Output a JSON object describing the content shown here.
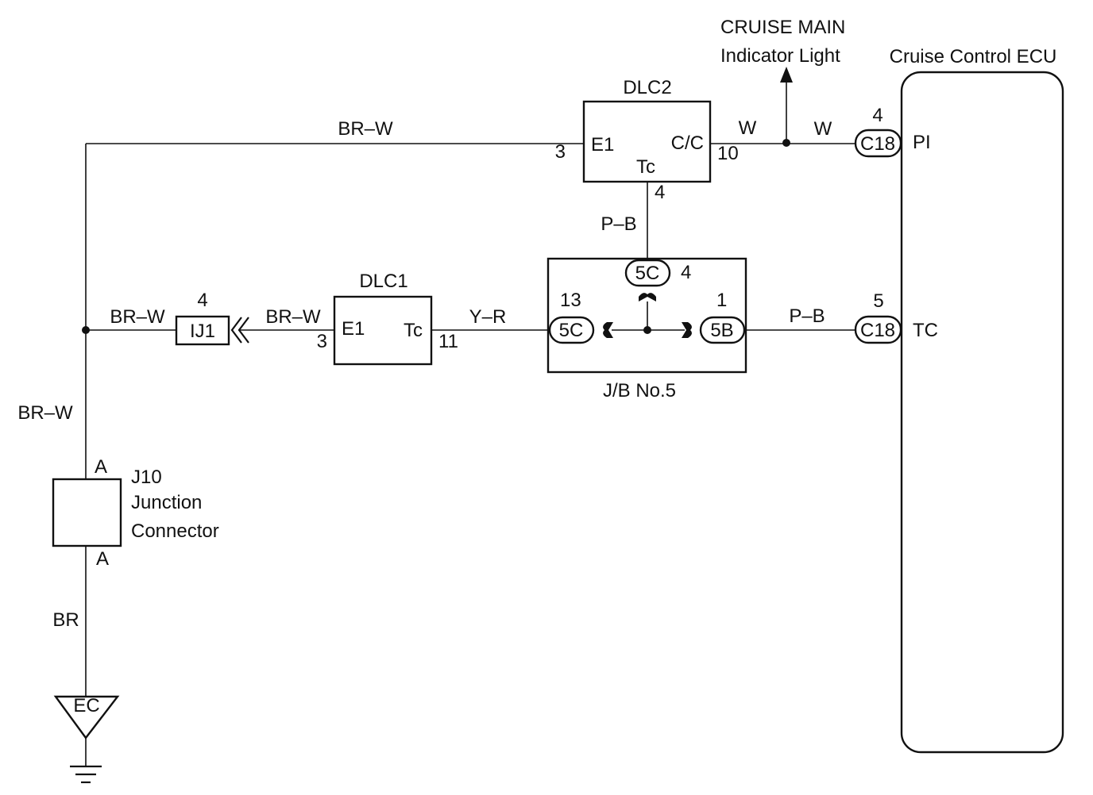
{
  "components": {
    "dlc2": {
      "title": "DLC2",
      "e1": "E1",
      "cc": "C/C",
      "tc": "Tc",
      "pin_e1": "3",
      "pin_cc": "10",
      "pin_tc": "4"
    },
    "dlc1": {
      "title": "DLC1",
      "e1": "E1",
      "tc": "Tc",
      "pin_e1": "3",
      "pin_tc": "11"
    },
    "jb5": {
      "title": "J/B No.5",
      "conn_top": "5C",
      "pin_top": "4",
      "conn_left": "5C",
      "pin_left": "13",
      "conn_right": "5B",
      "pin_right": "1"
    },
    "ij1": {
      "label": "IJ1",
      "pin": "4"
    },
    "j10": {
      "name": "J10",
      "line1": "Junction",
      "line2": "Connector",
      "pin_top": "A",
      "pin_bottom": "A"
    },
    "ground": {
      "label": "EC"
    },
    "ecu": {
      "title": "Cruise Control ECU",
      "c18_top": "C18",
      "pin_top": "4",
      "term_top": "PI",
      "c18_bottom": "C18",
      "pin_bottom": "5",
      "term_bottom": "TC"
    },
    "indicator": {
      "line1": "CRUISE MAIN",
      "line2": "Indicator Light"
    }
  },
  "wires": {
    "top_brw": "BR–W",
    "mid_brw_left": "BR–W",
    "mid_brw_right": "BR–W",
    "left_brw": "BR–W",
    "br": "BR",
    "w_left": "W",
    "w_right": "W",
    "pb_vertical": "P–B",
    "yr": "Y–R",
    "pb_horizontal": "P–B"
  }
}
